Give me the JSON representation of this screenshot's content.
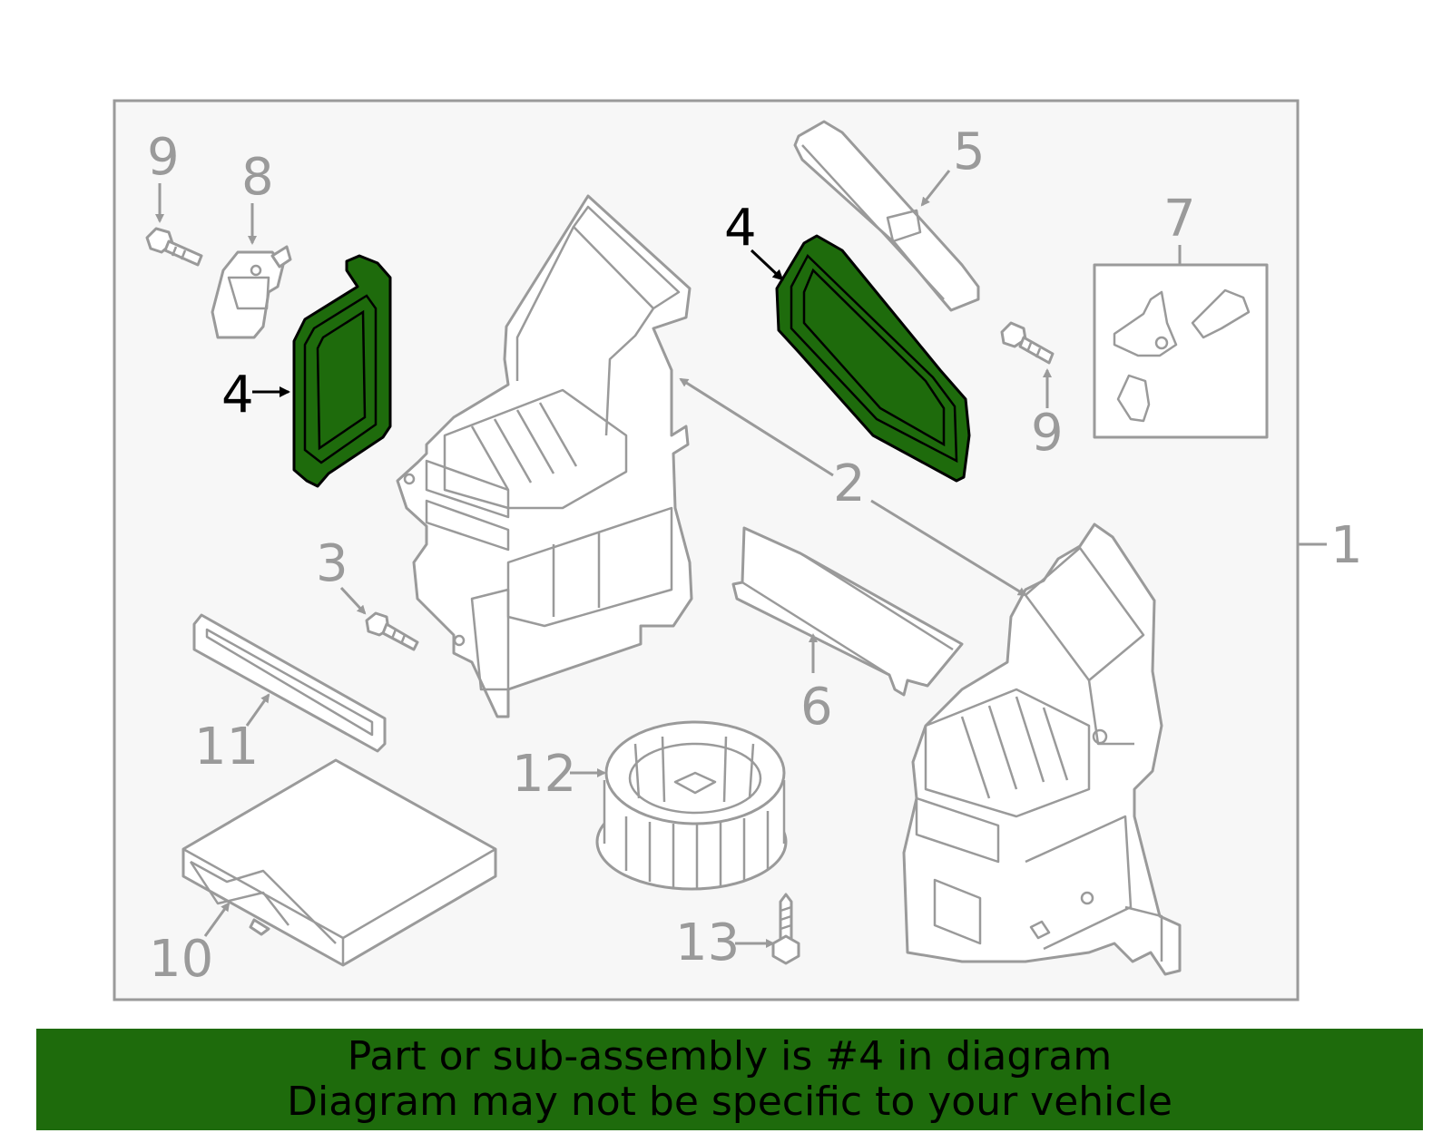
{
  "diagram": {
    "labels": {
      "l1": "1",
      "l2": "2",
      "l3": "3",
      "l4a": "4",
      "l4b": "4",
      "l5": "5",
      "l6": "6",
      "l7": "7",
      "l8": "8",
      "l9a": "9",
      "l9b": "9",
      "l10": "10",
      "l11": "11",
      "l12": "12",
      "l13": "13"
    },
    "highlighted_part": "4",
    "highlight_color": "#1e6b0c",
    "line_color": "#9a9a9a"
  },
  "banner": {
    "line1": "Part or sub-assembly is #4 in diagram",
    "line2": "Diagram may not be specific to your vehicle",
    "background": "#1e6b0c"
  }
}
